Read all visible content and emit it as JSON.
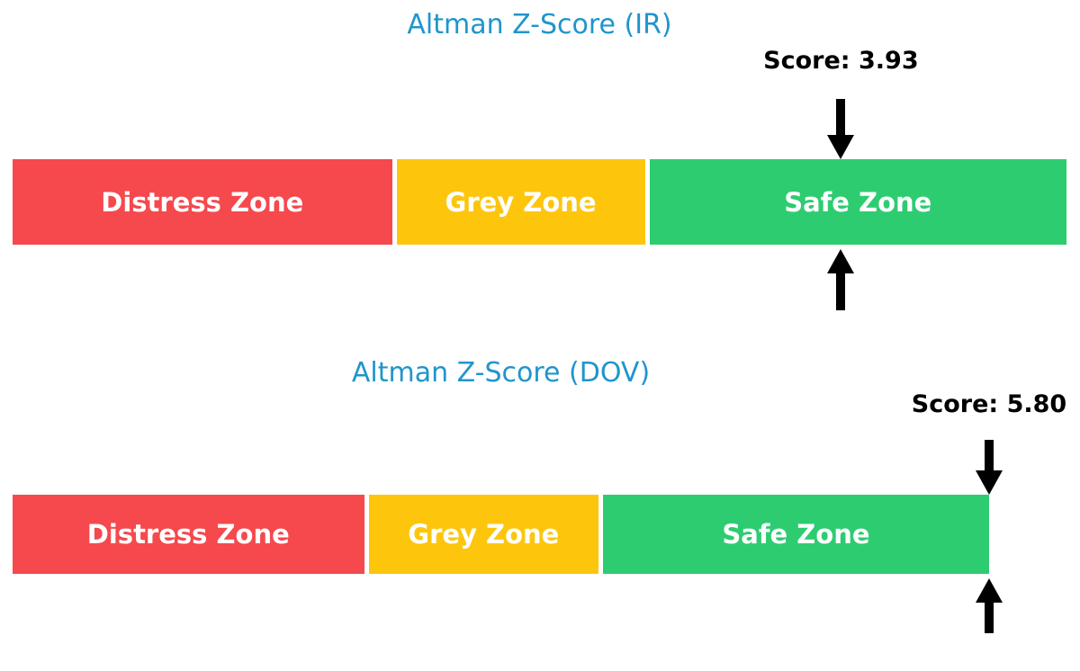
{
  "page": {
    "background_color": "#ffffff",
    "text_color": "#000000"
  },
  "chart_data": [
    {
      "type": "bar",
      "variant": "zone-indicator-bar",
      "title": "Altman Z-Score (IR)",
      "title_color": "#2095cc",
      "score": 3.93,
      "score_label": "Score: 3.93",
      "axis_min": 0,
      "axis_max": 5,
      "arrow_color": "#000000",
      "zone_label_color": "#ffffff",
      "zones": [
        {
          "label": "Distress Zone",
          "start": 0,
          "end": 1.8,
          "color": "#f5494d"
        },
        {
          "label": "Grey Zone",
          "start": 1.8,
          "end": 3.0,
          "color": "#fdc60d"
        },
        {
          "label": "Safe Zone",
          "start": 3.0,
          "end": 5.0,
          "color": "#2ecc71"
        }
      ]
    },
    {
      "type": "bar",
      "variant": "zone-indicator-bar",
      "title": "Altman Z-Score (DOV)",
      "title_color": "#2095cc",
      "score": 5.8,
      "score_label": "Score: 5.80",
      "axis_min": 0,
      "axis_max": 5,
      "arrow_color": "#000000",
      "zone_label_color": "#ffffff",
      "zones": [
        {
          "label": "Distress Zone",
          "start": 0,
          "end": 1.8,
          "color": "#f5494d"
        },
        {
          "label": "Grey Zone",
          "start": 1.8,
          "end": 3.0,
          "color": "#fdc60d"
        },
        {
          "label": "Safe Zone",
          "start": 3.0,
          "end": 5.0,
          "color": "#2ecc71"
        }
      ]
    }
  ]
}
